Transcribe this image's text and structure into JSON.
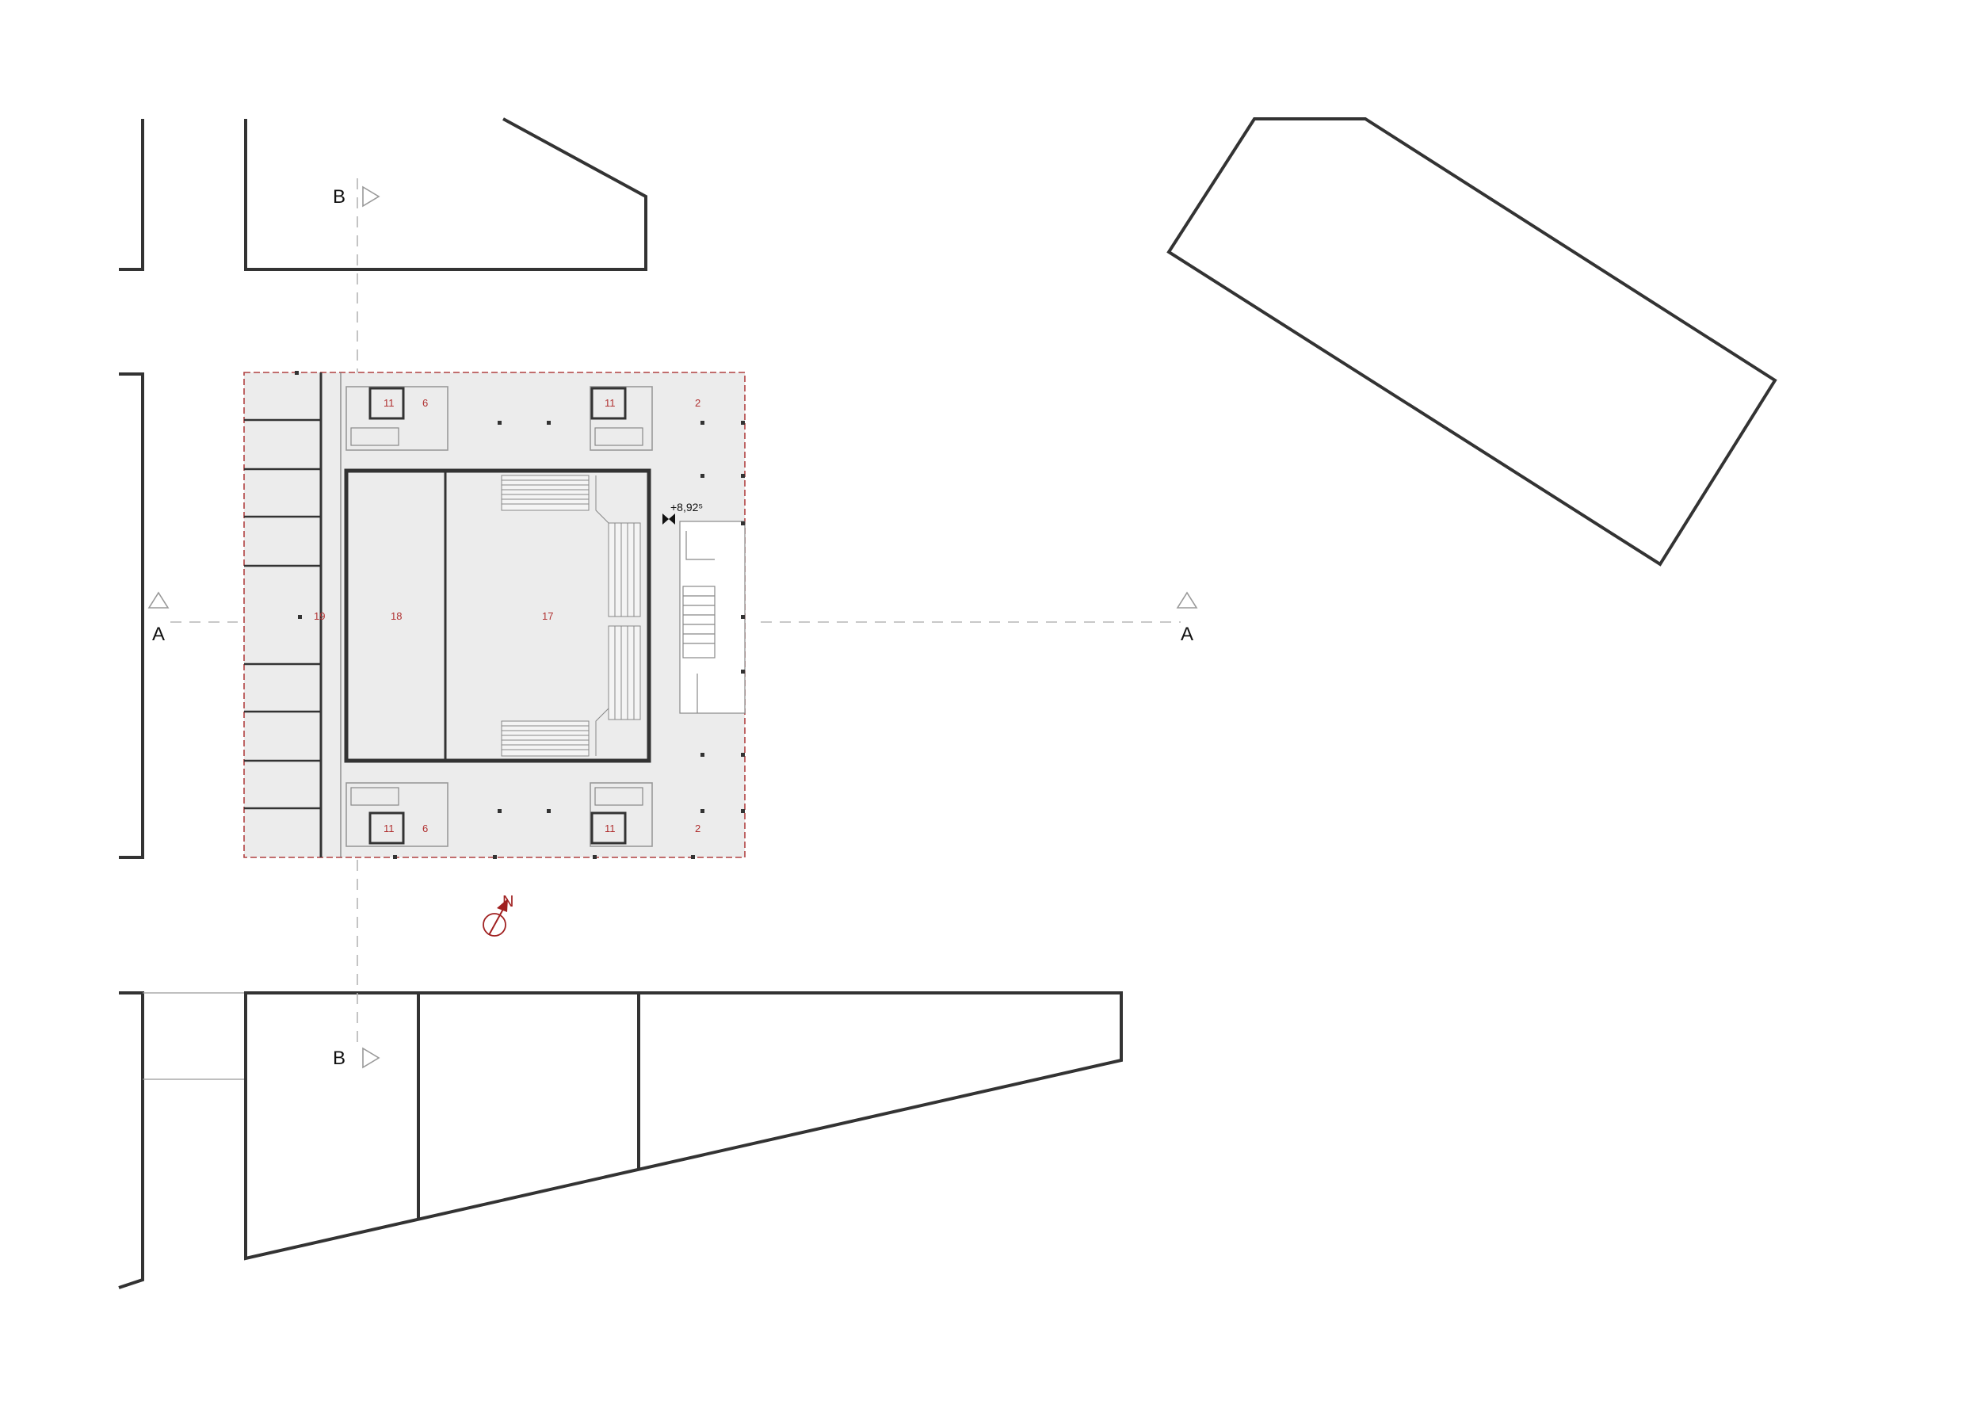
{
  "drawing": {
    "section_a_label": "A",
    "section_b_label": "B",
    "level_marker": "+8,92⁵",
    "north_label": "N",
    "room_numbers": {
      "top_left_lift": "11",
      "top_left_core": "6",
      "top_right_lift": "11",
      "top_right_zone": "2",
      "corridor_west": "19",
      "stage_house": "18",
      "auditorium": "17",
      "bottom_left_lift": "11",
      "bottom_left_core": "6",
      "bottom_right_lift": "11",
      "bottom_right_zone": "2"
    }
  },
  "colors": {
    "building_outline": "#333333",
    "floor_fill": "#ececec",
    "room_number": "#b03030",
    "north_arrow": "#a02020",
    "boundary_dashed": "#b04040"
  },
  "icons": {
    "section_marker": "triangle-outline-icon",
    "north_arrow": "north-arrow-icon",
    "level_marker": "level-marker-icon"
  }
}
